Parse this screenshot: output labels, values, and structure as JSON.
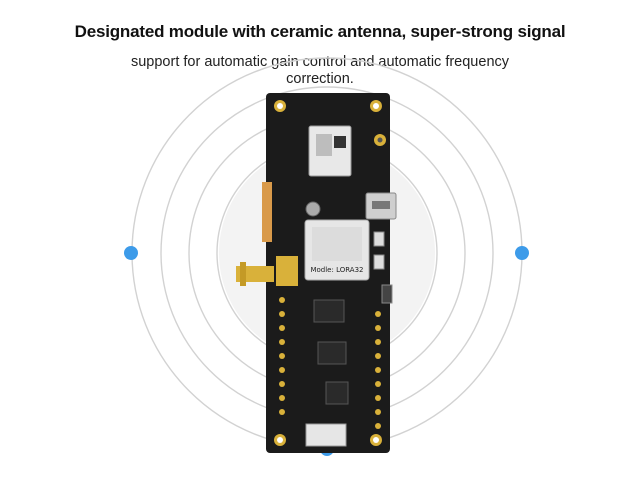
{
  "headline": "Designated module with ceramic antenna, super-strong signal",
  "subline": "support for automatic gain control and automatic frequency correction.",
  "board": {
    "module_label": "Modle: LORA32"
  },
  "colors": {
    "ring": "#cfcfcf",
    "dot": "#3d9be9",
    "pcb": "#1b1b1b",
    "gold": "#d9b13a",
    "shield": "#e6e6e6"
  }
}
